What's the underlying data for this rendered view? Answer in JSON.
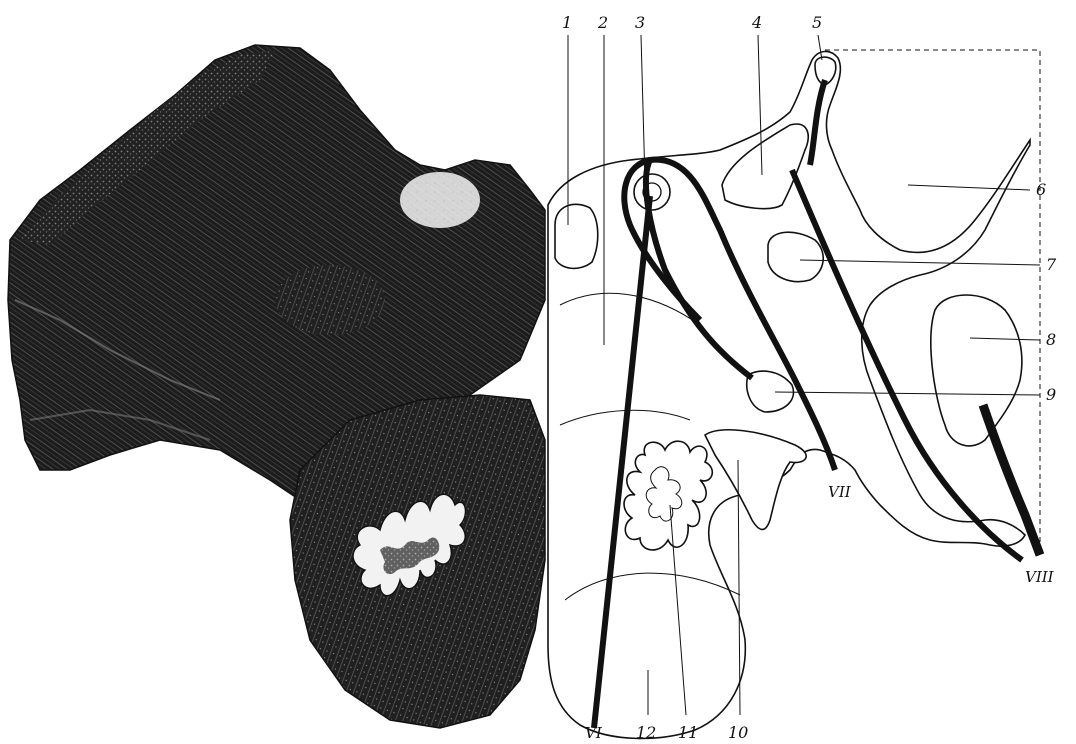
{
  "labels": {
    "l1": "1",
    "l2": "2",
    "l3": "3",
    "l4": "4",
    "l5": "5",
    "l6": "6",
    "l7": "7",
    "l8": "8",
    "l9": "9",
    "l10": "10",
    "l11": "11",
    "l12": "12",
    "vi": "VI",
    "vii": "VII",
    "viii": "VIII"
  }
}
